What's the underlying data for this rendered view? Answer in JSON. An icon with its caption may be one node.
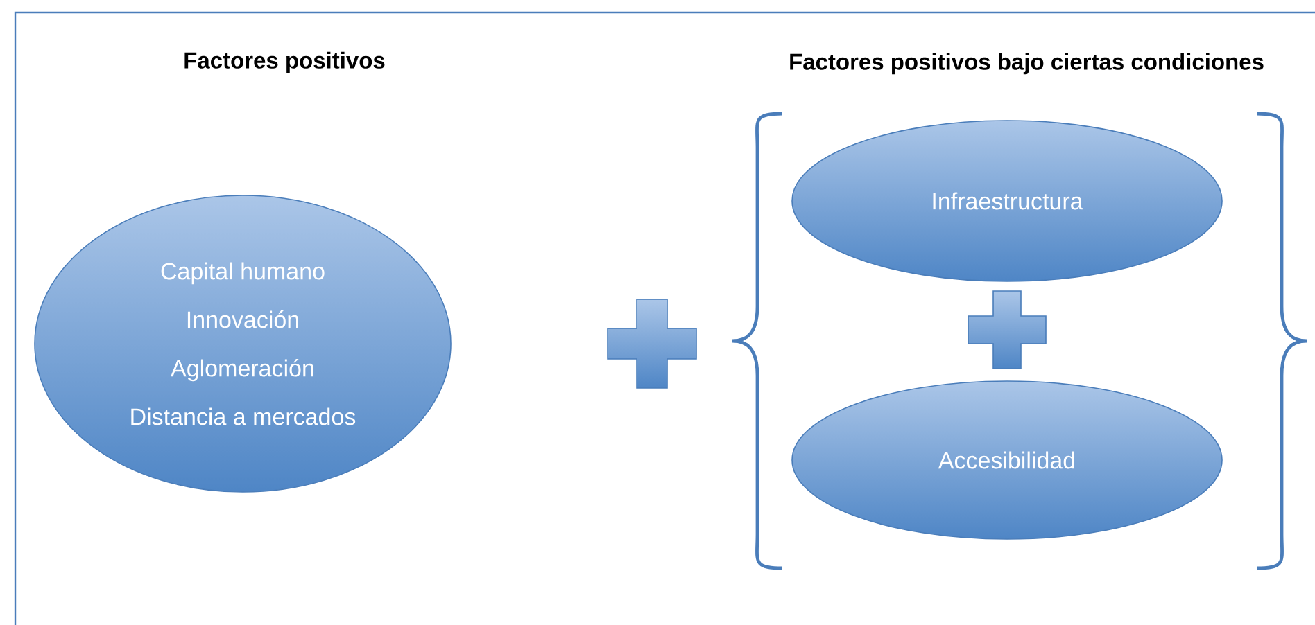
{
  "diagram": {
    "nodes": [
      {
        "text": [
          "Capital humano",
          "Innovación",
          "Aglomeración",
          "Distancia a mercados"
        ]
      },
      {
        "text": [
          "Infraestructura"
        ]
      },
      {
        "text": [
          "Accesibilidad"
        ]
      }
    ],
    "labels": [
      "Factores positivos",
      "Factores positivos bajo ciertas condiciones"
    ]
  }
}
